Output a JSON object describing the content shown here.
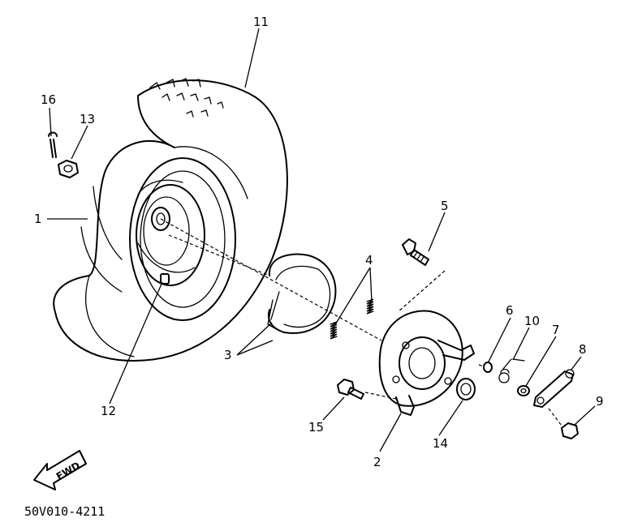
{
  "callouts": {
    "c1": "1",
    "c2": "2",
    "c3": "3",
    "c4": "4",
    "c5": "5",
    "c6": "6",
    "c7": "7",
    "c8": "8",
    "c9": "9",
    "c10": "10",
    "c11": "11",
    "c12": "12",
    "c13": "13",
    "c14": "14",
    "c15": "15",
    "c16": "16"
  },
  "direction_label": "FWD",
  "diagram_code": "50V010-4211"
}
